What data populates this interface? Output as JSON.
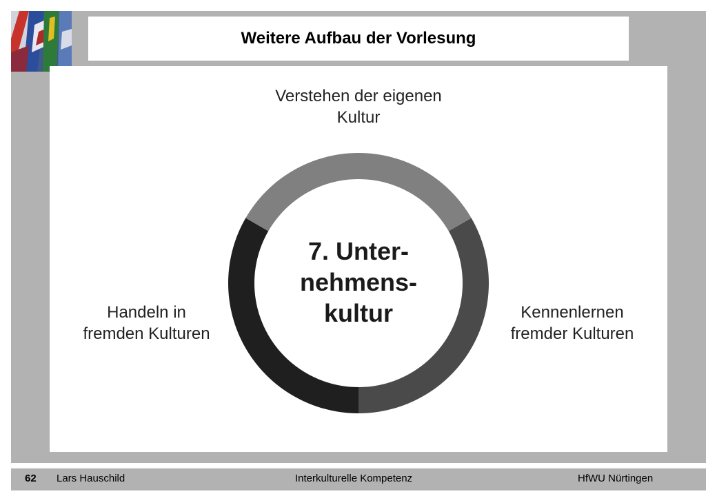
{
  "slide": {
    "title": "Weitere Aufbau der Vorlesung"
  },
  "diagram": {
    "center_text": "7. Unter-\nnehmens-\nkultur",
    "segments": [
      {
        "id": "top",
        "label": "Verstehen der eigenen\nKultur",
        "color": "#808080"
      },
      {
        "id": "right",
        "label": "Kennenlernen\nfremder Kulturen",
        "color": "#4a4a4a"
      },
      {
        "id": "left",
        "label": "Handeln in\nfremden Kulturen",
        "color": "#1f1f1f"
      }
    ]
  },
  "footer": {
    "slide_number": "62",
    "author": "Lars Hauschild",
    "course": "Interkulturelle Kompetenz",
    "institution": "HfWU Nürtingen"
  },
  "colors": {
    "frame": "#b2b2b2",
    "panel": "#ffffff"
  }
}
